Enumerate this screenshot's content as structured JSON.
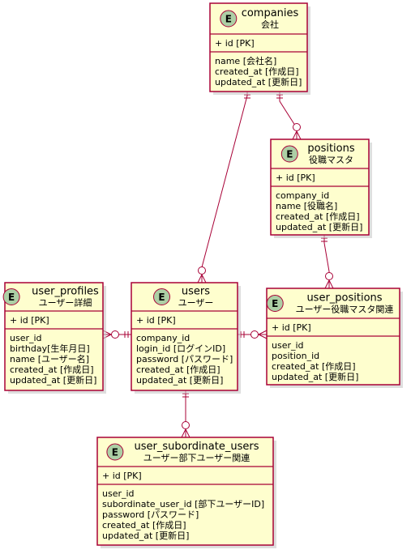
{
  "entity_badge_letter": "E",
  "colors": {
    "entity_fill": "#fefece",
    "entity_border": "#a80036",
    "badge_fill": "#adcfa5",
    "line": "#a80036"
  },
  "entities": {
    "companies": {
      "name": "companies",
      "subtitle": "会社",
      "pk": "+ id [PK]",
      "fields": [
        "name [会社名]",
        "created_at [作成日]",
        "updated_at [更新日]"
      ]
    },
    "positions": {
      "name": "positions",
      "subtitle": "役職マスタ",
      "pk": "+ id [PK]",
      "fields": [
        "company_id",
        "name [役職名]",
        "created_at [作成日]",
        "updated_at [更新日]"
      ]
    },
    "user_profiles": {
      "name": "user_profiles",
      "subtitle": "ユーザー詳細",
      "pk": "+ id [PK]",
      "fields": [
        "user_id",
        "birthday[生年月日]",
        "name [ユーザー名]",
        "created_at [作成日]",
        "updated_at [更新日]"
      ]
    },
    "users": {
      "name": "users",
      "subtitle": "ユーザー",
      "pk": "+ id [PK]",
      "fields": [
        "company_id",
        "login_id [ログインID]",
        "password [パスワード]",
        "created_at [作成日]",
        "updated_at [更新日]"
      ]
    },
    "user_positions": {
      "name": "user_positions",
      "subtitle": "ユーザー役職マスタ関連",
      "pk": "+ id [PK]",
      "fields": [
        "user_id",
        "position_id",
        "created_at [作成日]",
        "updated_at [更新日]"
      ]
    },
    "user_subordinate_users": {
      "name": "user_subordinate_users",
      "subtitle": "ユーザー部下ユーザー関連",
      "pk": "+ id [PK]",
      "fields": [
        "user_id",
        "subordinate_user_id [部下ユーザーID]",
        "password [パスワード]",
        "created_at [作成日]",
        "updated_at [更新日]"
      ]
    }
  },
  "relationships": [
    {
      "from": "companies",
      "to": "users",
      "from_card": "exactly-one",
      "to_card": "zero-or-many"
    },
    {
      "from": "companies",
      "to": "positions",
      "from_card": "exactly-one",
      "to_card": "zero-or-many"
    },
    {
      "from": "positions",
      "to": "user_positions",
      "from_card": "exactly-one",
      "to_card": "zero-or-many"
    },
    {
      "from": "users",
      "to": "user_profiles",
      "from_card": "exactly-one",
      "to_card": "zero-or-many"
    },
    {
      "from": "users",
      "to": "user_positions",
      "from_card": "exactly-one",
      "to_card": "zero-or-many"
    },
    {
      "from": "users",
      "to": "user_subordinate_users",
      "from_card": "exactly-one",
      "to_card": "zero-or-many"
    }
  ]
}
